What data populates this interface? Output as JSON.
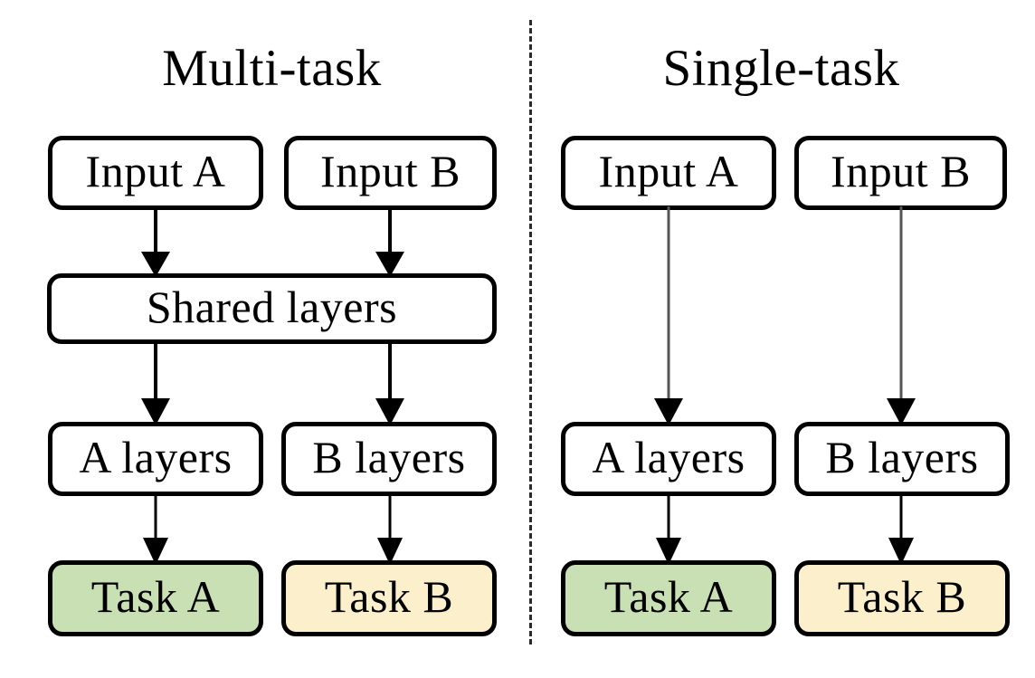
{
  "figure": {
    "type": "diagram",
    "description": "Comparison of multi-task and single-task neural network architectures",
    "background_color": "#ffffff",
    "divider": {
      "style": "dashed",
      "color": "#2b2b2b"
    }
  },
  "panels": [
    {
      "id": "multi-task",
      "title": "Multi-task",
      "nodes": [
        {
          "id": "input-a",
          "label": "Input A",
          "fill": "#ffffff"
        },
        {
          "id": "input-b",
          "label": "Input B",
          "fill": "#ffffff"
        },
        {
          "id": "shared",
          "label": "Shared layers",
          "fill": "#ffffff"
        },
        {
          "id": "a-layers",
          "label": "A layers",
          "fill": "#ffffff"
        },
        {
          "id": "b-layers",
          "label": "B layers",
          "fill": "#ffffff"
        },
        {
          "id": "task-a",
          "label": "Task A",
          "fill": "#c9dfb4"
        },
        {
          "id": "task-b",
          "label": "Task B",
          "fill": "#fbf0cb"
        }
      ],
      "edges": [
        {
          "from": "input-a",
          "to": "shared"
        },
        {
          "from": "input-b",
          "to": "shared"
        },
        {
          "from": "shared",
          "to": "a-layers"
        },
        {
          "from": "shared",
          "to": "b-layers"
        },
        {
          "from": "a-layers",
          "to": "task-a"
        },
        {
          "from": "b-layers",
          "to": "task-b"
        }
      ]
    },
    {
      "id": "single-task",
      "title": "Single-task",
      "nodes": [
        {
          "id": "input-a",
          "label": "Input A",
          "fill": "#ffffff"
        },
        {
          "id": "input-b",
          "label": "Input B",
          "fill": "#ffffff"
        },
        {
          "id": "a-layers",
          "label": "A layers",
          "fill": "#ffffff"
        },
        {
          "id": "b-layers",
          "label": "B layers",
          "fill": "#ffffff"
        },
        {
          "id": "task-a",
          "label": "Task A",
          "fill": "#c9dfb4"
        },
        {
          "id": "task-b",
          "label": "Task B",
          "fill": "#fbf0cb"
        }
      ],
      "edges": [
        {
          "from": "input-a",
          "to": "a-layers"
        },
        {
          "from": "input-b",
          "to": "b-layers"
        },
        {
          "from": "a-layers",
          "to": "task-a"
        },
        {
          "from": "b-layers",
          "to": "task-b"
        }
      ]
    }
  ]
}
